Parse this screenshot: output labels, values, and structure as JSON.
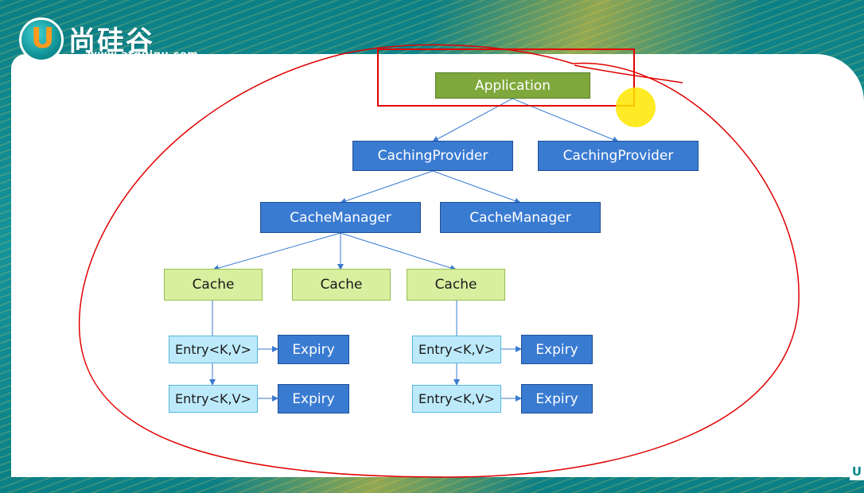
{
  "logo": {
    "letter": "U",
    "text": "尚硅谷",
    "url": "www.atguigu.com"
  },
  "corner_badge": "U",
  "colors": {
    "application": "#7fa83c",
    "provider": "#3a7bd2",
    "cache": "#d7ef9f",
    "entry": "#bdeafb",
    "expiry": "#3a7bd2",
    "annotation": "#e00000",
    "pointer": "#ffe600"
  },
  "diagram": {
    "application": "Application",
    "providers": [
      "CachingProvider",
      "CachingProvider"
    ],
    "managers": [
      "CacheManager",
      "CacheManager"
    ],
    "caches": [
      "Cache",
      "Cache",
      "Cache"
    ],
    "entries": [
      "Entry<K,V>",
      "Entry<K,V>",
      "Entry<K,V>",
      "Entry<K,V>"
    ],
    "expiries": [
      "Expiry",
      "Expiry",
      "Expiry",
      "Expiry"
    ]
  }
}
